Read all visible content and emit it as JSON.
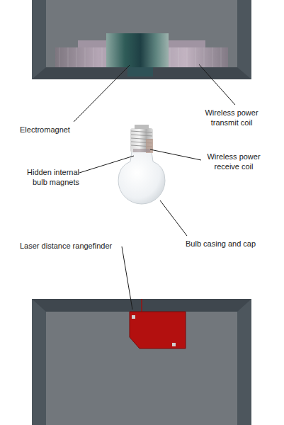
{
  "diagram": {
    "labels": [
      "Electromagnet",
      "Wireless power transmit coil",
      "Hidden internal bulb magnets",
      "Wireless power receive coil",
      "Bulb casing and cap",
      "Laser distance rangefinder"
    ]
  }
}
